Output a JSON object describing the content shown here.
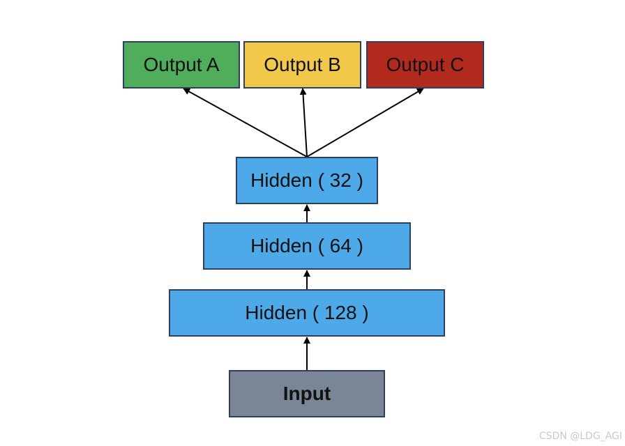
{
  "nodes": {
    "output_a": {
      "label": "Output A",
      "color": "#4fad5b"
    },
    "output_b": {
      "label": "Output B",
      "color": "#f2c84b"
    },
    "output_c": {
      "label": "Output C",
      "color": "#b22a1e"
    },
    "hidden_32": {
      "label": "Hidden ( 32 )",
      "color": "#4ea9e8"
    },
    "hidden_64": {
      "label": "Hidden ( 64 )",
      "color": "#4ea9e8"
    },
    "hidden_128": {
      "label": "Hidden ( 128 )",
      "color": "#4ea9e8"
    },
    "input": {
      "label": "Input",
      "color": "#7a8696"
    }
  },
  "edges": [
    {
      "from": "input",
      "to": "hidden_128"
    },
    {
      "from": "hidden_128",
      "to": "hidden_64"
    },
    {
      "from": "hidden_64",
      "to": "hidden_32"
    },
    {
      "from": "hidden_32",
      "to": "output_a"
    },
    {
      "from": "hidden_32",
      "to": "output_b"
    },
    {
      "from": "hidden_32",
      "to": "output_c"
    }
  ],
  "watermark": "CSDN @LDG_AGI"
}
